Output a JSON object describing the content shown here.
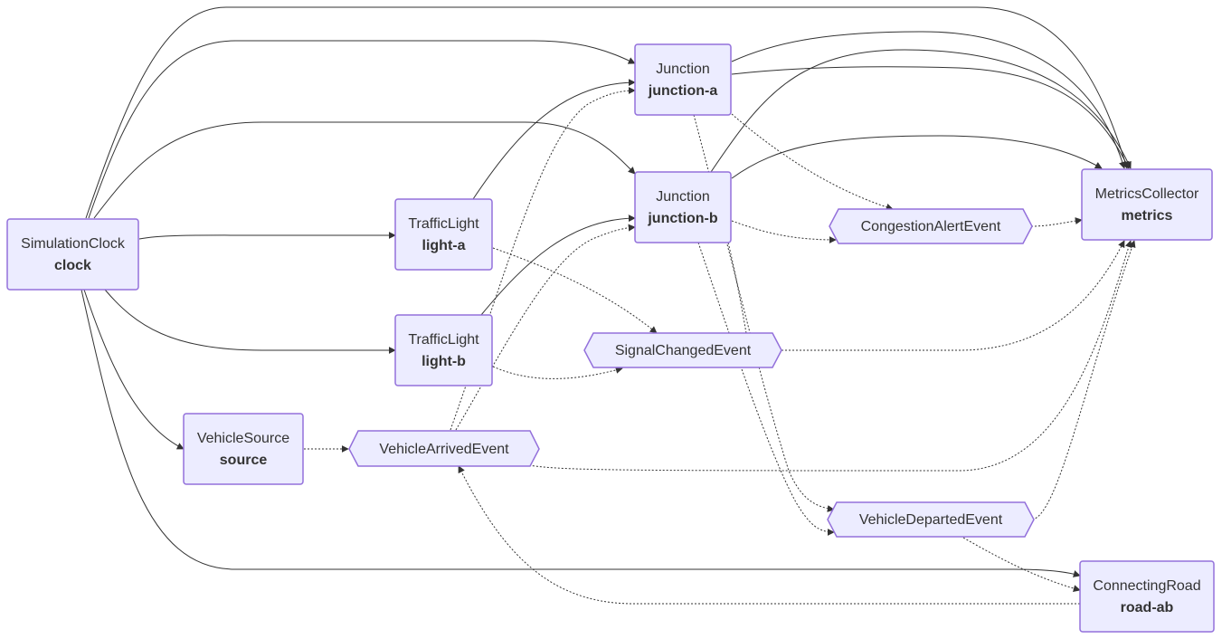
{
  "nodes": {
    "clock": {
      "type": "SimulationClock",
      "name": "clock"
    },
    "source": {
      "type": "VehicleSource",
      "name": "source"
    },
    "light_a": {
      "type": "TrafficLight",
      "name": "light-a"
    },
    "light_b": {
      "type": "TrafficLight",
      "name": "light-b"
    },
    "junction_a": {
      "type": "Junction",
      "name": "junction-a"
    },
    "junction_b": {
      "type": "Junction",
      "name": "junction-b"
    },
    "metrics": {
      "type": "MetricsCollector",
      "name": "metrics"
    },
    "road_ab": {
      "type": "ConnectingRoad",
      "name": "road-ab"
    }
  },
  "events": {
    "vehicle_arrived": "VehicleArrivedEvent",
    "signal_changed": "SignalChangedEvent",
    "congestion_alert": "CongestionAlertEvent",
    "vehicle_departed": "VehicleDepartedEvent"
  },
  "edge_styles": {
    "solid": "#333333",
    "dotted": "#333333",
    "node_fill": "#ECECFF",
    "node_stroke": "#9370DB"
  }
}
